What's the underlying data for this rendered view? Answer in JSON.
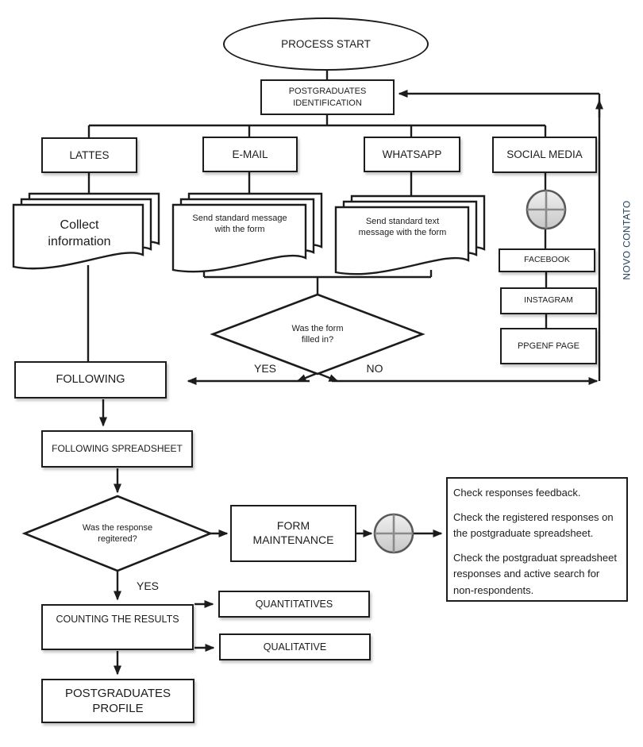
{
  "flowchart": {
    "start": {
      "label": "PROCESS START"
    },
    "identification": {
      "label": "POSTGRADUATES\nIDENTIFICATION"
    },
    "channels": {
      "lattes": "LATTES",
      "email": "E-MAIL",
      "whatsapp": "WHATSAPP",
      "social_media": "SOCIAL MEDIA"
    },
    "documents": {
      "collect": "Collect\ninformation",
      "email_message": "Send standard message\nwith the form",
      "whatsapp_message": "Send standard text\nmessage with the form"
    },
    "social_pages": {
      "facebook": "FACEBOOK",
      "instagram": "INSTAGRAM",
      "ppgenf": "PPGENF PAGE"
    },
    "decision_form": {
      "label": "Was the form\nfilled in?",
      "yes": "YES",
      "no": "NO"
    },
    "following": {
      "label": "FOLLOWING"
    },
    "following_spreadsheet": {
      "label": "FOLLOWING SPREADSHEET"
    },
    "decision_response": {
      "label": "Was the response\nregitered?",
      "yes": "YES"
    },
    "form_maintenance": {
      "label": "FORM\nMAINTENANCE"
    },
    "notes": {
      "p1": "Check responses feedback.",
      "p2": "Check the registered responses on the postgraduate spreadsheet.",
      "p3": "Check the postgraduat spreadsheet responses and active search for non-respondents."
    },
    "counting": {
      "label": "COUNTING THE RESULTS"
    },
    "quantitatives": {
      "label": "QUANTITATIVES"
    },
    "qualitative": {
      "label": "QUALITATIVE"
    },
    "profile": {
      "label": "POSTGRADUATES\nPROFILE"
    },
    "loop_label": "NOVO CONTATO",
    "colors": {
      "stroke": "#1c1c1c",
      "loop_label_text": "#24415e",
      "connector_circle_fill_top": "#f0f0f0",
      "connector_circle_fill_bottom": "#c7c7c7",
      "connector_circle_border": "#5a5a5a",
      "connector_cross": "#8a8a8a"
    }
  }
}
